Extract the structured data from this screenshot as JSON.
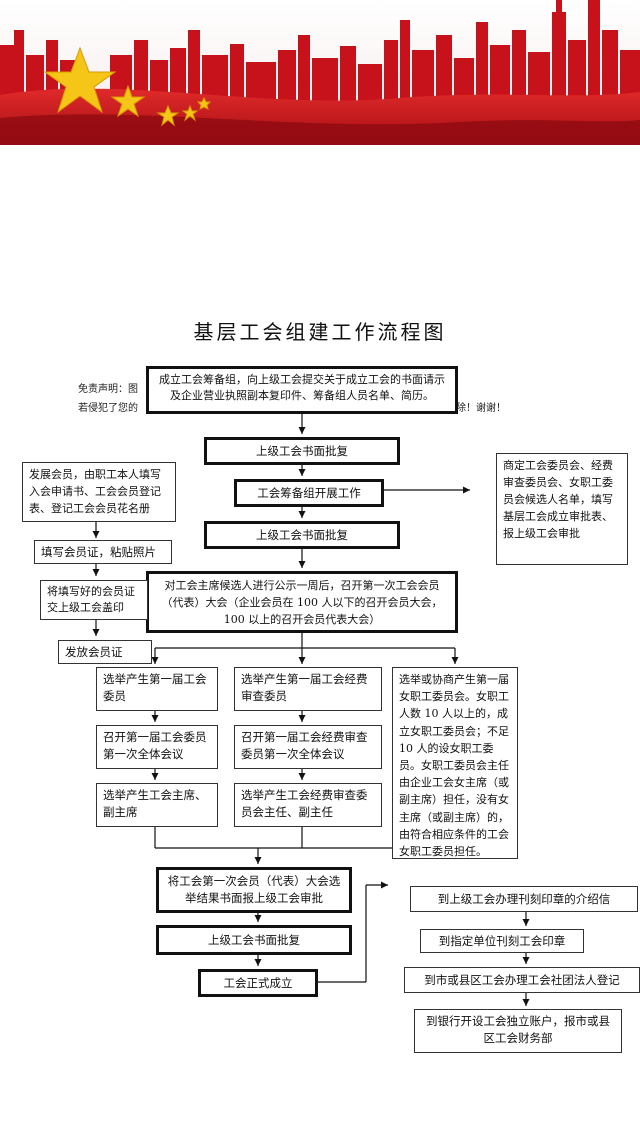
{
  "title": "基层工会组建工作流程图",
  "disclaimer": {
    "line1": "免责声明：图",
    "line2": "若侵犯了您的",
    "line2_end": "删除！谢谢！"
  },
  "boxes": {
    "b1": "成立工会筹备组，向上级工会提交关于成立工会的书面请示及企业营业执照副本复印件、筹备组人员名单、简历。",
    "b2": "上级工会书面批复",
    "b3": "工会筹备组开展工作",
    "b4": "上级工会书面批复",
    "left1": "发展会员，由职工本人填写入会申请书、工会会员登记表、登记工会会员花名册",
    "left2": "填写会员证，粘贴照片",
    "left3": "将填写好的会员证交上级工会盖印",
    "left4": "发放会员证",
    "right1": "商定工会委员会、经费审查委员会、女职工委员会候选人名单，填写基层工会成立审批表、报上级工会审批",
    "b5": "对工会主席候选人进行公示一周后，召开第一次工会会员（代表）大会（企业会员在 100 人以下的召开会员大会，100 以上的召开会员代表大会）",
    "c1a": "选举产生第一届工会委员",
    "c1b": "召开第一届工会委员第一次全体会议",
    "c1c": "选举产生工会主席、副主席",
    "c2a": "选举产生第一届工会经费审查委员",
    "c2b": "召开第一届工会经费审查委员第一次全体会议",
    "c2c": "选举产生工会经费审查委员会主任、副主任",
    "c3": "选举或协商产生第一届女职工委员会。女职工人数 10 人以上的，成立女职工委员会；不足 10 人的设女职工委员。女职工委员会主任由企业工会女主席（或副主席）担任，没有女主席（或副主席）的，由符合相应条件的工会女职工委员担任。",
    "b6": "将工会第一次会员（代表）大会选举结果书面报上级工会审批",
    "b7": "上级工会书面批复",
    "b8": "工会正式成立",
    "r1": "到上级工会办理刊刻印章的介绍信",
    "r2": "到指定单位刊刻工会印章",
    "r3": "到市或县区工会办理工会社团法人登记",
    "r4": "到银行开设工会独立账户，报市或县区工会财务部"
  },
  "colors": {
    "banner_red": "#c8121b",
    "banner_dark": "#8e0a10",
    "star": "#f5c518"
  }
}
